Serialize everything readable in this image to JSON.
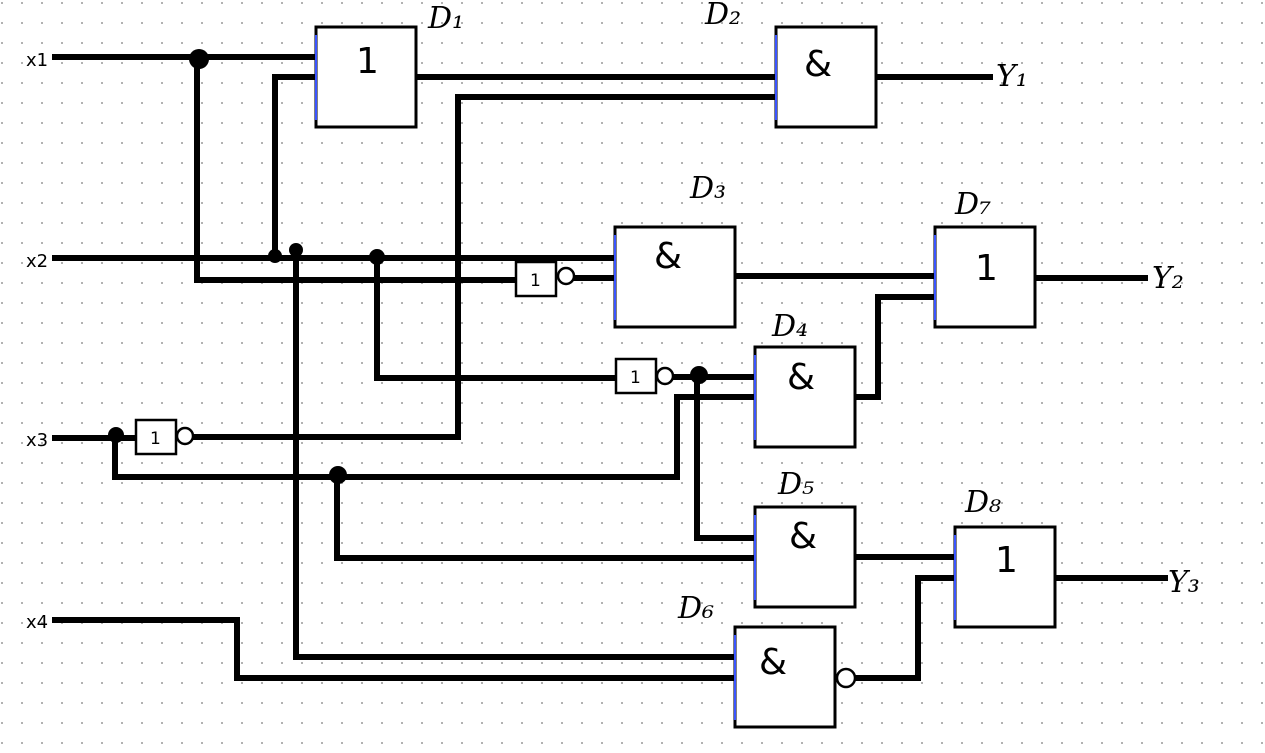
{
  "inputs": [
    {
      "id": "x1",
      "label": "x1"
    },
    {
      "id": "x2",
      "label": "x2"
    },
    {
      "id": "x3",
      "label": "x3"
    },
    {
      "id": "x4",
      "label": "x4"
    }
  ],
  "outputs": [
    {
      "id": "y1",
      "label": "Y₁"
    },
    {
      "id": "y2",
      "label": "Y₂"
    },
    {
      "id": "y3",
      "label": "Y₃"
    }
  ],
  "gates": [
    {
      "id": "d1",
      "name": "D₁",
      "symbol": "1"
    },
    {
      "id": "d2",
      "name": "D₂",
      "symbol": "&"
    },
    {
      "id": "d3",
      "name": "D₃",
      "symbol": "&"
    },
    {
      "id": "d4",
      "name": "D₄",
      "symbol": "&"
    },
    {
      "id": "d5",
      "name": "D₅",
      "symbol": "&"
    },
    {
      "id": "d6",
      "name": "D₆",
      "symbol": "&"
    },
    {
      "id": "d7",
      "name": "D₇",
      "symbol": "1"
    },
    {
      "id": "d8",
      "name": "D₈",
      "symbol": "1"
    }
  ],
  "inverters": [
    {
      "id": "inv1",
      "symbol": "1"
    },
    {
      "id": "inv2",
      "symbol": "1"
    },
    {
      "id": "inv3",
      "symbol": "1"
    }
  ],
  "colors": {
    "wire": "#000000",
    "pin": "#3a55ff",
    "grid_dot": "#9a9a9a",
    "background": "#ffffff"
  }
}
